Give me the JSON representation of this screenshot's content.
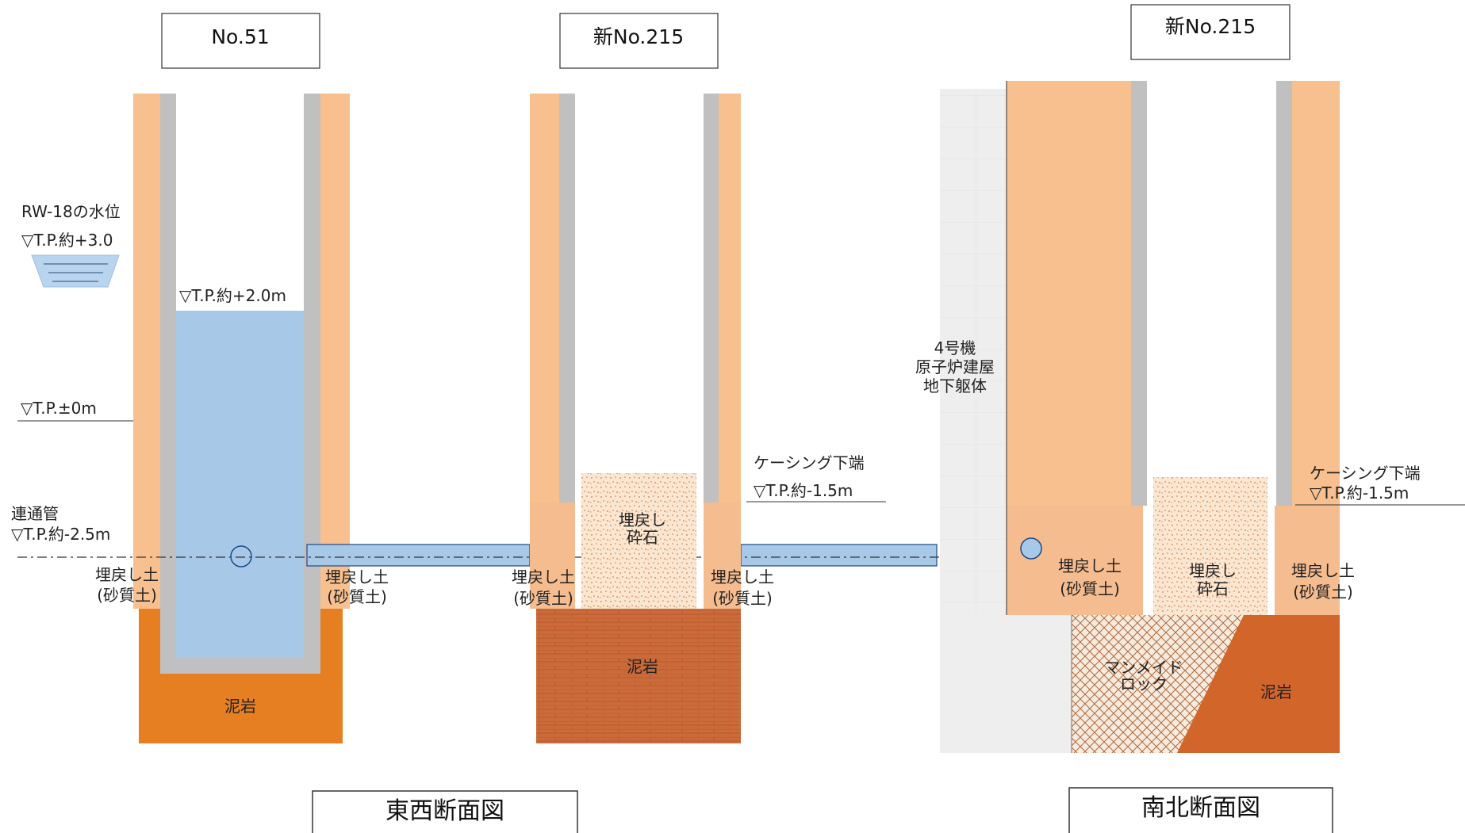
{
  "colors": {
    "backfill_soil": "#f8c08e",
    "backfill_soil_lower": "#f5bc8f",
    "casing_wall": "#c0c0c0",
    "water": "#a7c8e6",
    "mudstone_ew": "#e67e22",
    "mudstone_ns": "#d2662a",
    "mudstone_brick": "#cc6b3a",
    "building_body": "#eeeeee",
    "crushed_stone": "#fbe6d2",
    "manmade_rock": "#f7ebe0"
  },
  "east_west": {
    "caption": "東西断面図",
    "well1": {
      "name": "No.51",
      "water_level": "▽T.P.約+2.0m",
      "rw18_title": "RW-18の水位",
      "rw18_level": "▽T.P.約+3.0",
      "tp_zero": "▽T.P.±0m",
      "pipe_title": "連通管",
      "pipe_level": "▽T.P.約-2.5m",
      "backfill_left": [
        "埋戻し土",
        "(砂質土)"
      ],
      "backfill_right": [
        "埋戻し土",
        "(砂質土)"
      ],
      "mudstone": "泥岩"
    },
    "well2": {
      "name": "新No.215",
      "casing_title": "ケーシング下端",
      "casing_level": "▽T.P.約-1.5m",
      "crushed_stone": [
        "埋戻し",
        "砕石"
      ],
      "backfill_left": [
        "埋戻し土",
        "(砂質土)"
      ],
      "backfill_right": [
        "埋戻し土",
        "(砂質土)"
      ],
      "mudstone": "泥岩"
    }
  },
  "north_south": {
    "caption": "南北断面図",
    "well_name": "新No.215",
    "building": [
      "4号機",
      "原子炉建屋",
      "地下躯体"
    ],
    "casing_title": "ケーシング下端",
    "casing_level": "▽T.P.約-1.5m",
    "backfill_left": [
      "埋戻し土",
      "(砂質土)"
    ],
    "crushed_stone": [
      "埋戻し",
      "砕石"
    ],
    "backfill_right": [
      "埋戻し土",
      "(砂質土)"
    ],
    "manmade_rock": [
      "マンメイド",
      "ロック"
    ],
    "mudstone": "泥岩"
  }
}
